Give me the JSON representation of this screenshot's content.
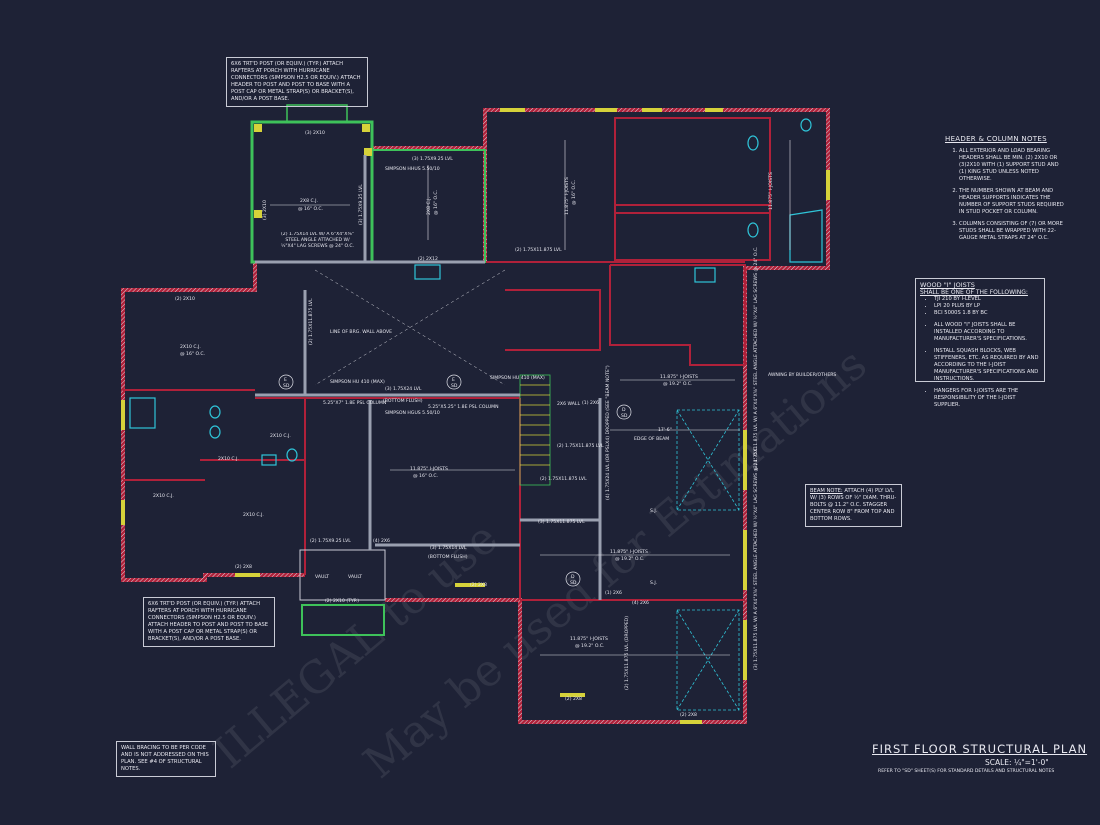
{
  "drawing": {
    "title": "FIRST FLOOR STRUCTURAL PLAN",
    "scale": "SCALE: ¼\"=1'-0\"",
    "refer_note": "REFER TO \"SD\" SHEET(S) FOR STANDARD DETAILS AND STRUCTURAL NOTES"
  },
  "colors": {
    "background": "#1e2236",
    "wall": "#b0213a",
    "hatch": "#c9c9d2",
    "window": "#d6d23a",
    "fixture": "#2fc4d8",
    "porch": "#3ec25a",
    "beam": "#9aa0b0"
  },
  "header_notes": {
    "title": "HEADER & COLUMN NOTES",
    "items": [
      "ALL EXTERIOR AND LOAD BEARING HEADERS SHALL BE MIN. (2) 2x10 OR (3)2x10 WITH (1) SUPPORT STUD AND (1) KING STUD UNLESS NOTED OTHERWISE.",
      "THE NUMBER SHOWN AT BEAM AND HEADER SUPPORTS INDICATES THE NUMBER OF SUPPORT STUDS REQUIRED IN STUD POCKET OR COLUMN.",
      "COLUMNS CONSISTING OF (7) OR MORE STUDS SHALL BE WRAPPED WITH 22-GAUGE METAL STRAPS AT 24\" O.C."
    ]
  },
  "joist_notes": {
    "title": "WOOD \"I\" JOISTS",
    "subtitle": "SHALL BE ONE OF THE FOLLOWING:",
    "items": [
      "TJI 210 BY I-LEVEL",
      "LPI 20 PLUS BY LP",
      "BCI 5000s 1.8 BY BC",
      "ALL WOOD \"I\" JOISTS SHALL BE INSTALLED ACCORDING TO MANUFACTURER'S SPECIFICATIONS.",
      "INSTALL SQUASH BLOCKS, WEB STIFFENERS, ETC. AS REQUIRED BY AND ACCORDING TO THE I-JOIST MANUFACTURER'S SPECIFICATIONS AND INSTRUCTIONS.",
      "HANGERS FOR I-JOISTS ARE THE RESPONSIBILITY OF THE I-JOIST SUPPLIER."
    ]
  },
  "porch_note_top": "6x6 TRT'D POST (OR EQUIV.) (TYP.) ATTACH RAFTERS AT PORCH WITH HURRICANE CONNECTORS (SIMPSON H2.5 OR EQUIV.) ATTACH HEADER TO POST AND POST TO BASE WITH A POST CAP OR METAL STRAP(S) OR BRACKET(S), AND/OR A POST BASE.",
  "porch_note_bottom": "6x6 TRT'D POST (OR EQUIV.) (TYP.) ATTACH RAFTERS AT PORCH WITH HURRICANE CONNECTORS (SIMPSON H2.5 OR EQUIV.) ATTACH HEADER TO POST AND POST TO BASE WITH A POST CAP OR METAL STRAP(S) OR BRACKET(S), AND/OR A POST BASE.",
  "wall_bracing_note": "WALL BRACING TO BE PER CODE AND IS NOT ADDRESSED ON THIS PLAN. SEE #4 OF STRUCTURAL NOTES.",
  "beam_note": {
    "label": "BEAM NOTE:",
    "text": "ATTACH (4) PLY LVL W/ (3) ROWS OF ½\" DIAM. THRU-BOLTS @ 11.2\" O.C. STAGGER CENTER ROW 8\" FROM TOP AND BOTTOM ROWS."
  },
  "plan_labels": {
    "porch_header": "(3) 2x10",
    "porch_side": "(3) 2x10",
    "porch_cj": "2x8 C.J.",
    "porch_cj_oc": "@ 16\" O.C.",
    "porch_lvl_vertical": "(3) 1.75x9.25 LVL",
    "lvl_top": "(3) 1.75x9.25 LVL",
    "simpson_hhus": "SIMPSON HHUS 5.50/10",
    "room_cj": "2x8 C.J.",
    "room_cj_oc": "@ 16\" O.C.",
    "steel_angle": "(2) 1.75x14 LVL w/ A 6\"x4\"x⅜\" STEEL ANGLE ATTACHED w/ ½\"x4\" LAG SCREWS @ 24\" O.C.",
    "header_2x12": "(2) 2x12",
    "lvl_door": "(2) 1.75x11.875 LVL",
    "joists_upper_left": "11.875\" I-JOISTS",
    "joists_oc_16": "@ 16\" O.C.",
    "joists_upper_right": "11.875\" I-JOISTS",
    "line_bearing": "LINE OF BRG. WALL ABOVE",
    "lvl_vertical_center": "(2) 1.75x11.875 LVL",
    "lvl_kitchen": "(3) 1.75x24 LVL",
    "bottom_flush": "(BOTTOM FLUSH)",
    "simpson_hu410": "SIMPSON HU 410 (MAX)",
    "psl_col_1": "5.25\"x7\" 1.8E PSL COLUMN",
    "psl_col_2": "5.25\"x5.25\" 1.8E PSL COLUMN",
    "simpson_hgus": "SIMPSON HGUS 5.50/10",
    "detail_e": "E",
    "detail_d": "D",
    "detail_sheet": "SD",
    "left_header": "(2) 2x10",
    "left_cj_1": "2x10 C.J.",
    "left_cj_2": "2x10 C.J.",
    "left_cj_3": "2x10 C.J.",
    "left_cj_4": "2x10 C.J.",
    "left_cj_oc": "@ 16\" O.C.",
    "center_joists": "11.875\" I-JOISTS",
    "center_lvl_bottom": "(3) 1.75x14 LVL",
    "lvl_925_porch": "(2) 1.75x9.25 LVL",
    "header_4x6": "(4) 2x6",
    "vault": "VAULT",
    "porch_header_bottom": "(2) 2x10 (TYP.)",
    "header_2x8": "(2) 2x8",
    "stair_lvl": "(2) 1.75x11.875 LVL",
    "stair_lvl_2": "(2) 1.75x11.875 LVL",
    "wall_2x6": "2x6 WALL",
    "post_1_2x6": "(1) 2x6",
    "edge_of_beam": "EDGE OF BEAM",
    "garage_dim": "17'-6\"",
    "drop_beam": "(4) 1.75x24 LVL (OR PSLx4) DROPPED (SEE \"BEAM NOTE\")",
    "garage_lvl_3": "(3) 1.75x11.875 LVL",
    "joists_garage_1": "11.875\" I-JOISTS",
    "joists_garage_2": "11.875\" I-JOISTS",
    "joists_oc_192": "@ 19.2\" O.C.",
    "sj": "S.J.",
    "garage_door_header": "(3) 1.75x11.875 LVL w/ A 6\"x4\"x⅜\" STEEL ANGLE ATTACHED w/ ½\"x4\" LAG SCREWS @ 24\" O.C.",
    "awning": "AWNING BY BUILDER/OTHERS",
    "header_4_2x6": "(4) 2x6",
    "header_2x6_dropped": "(2) 1.75x11.875 LVL (DROPPED)"
  },
  "watermark": [
    "ILLEGAL to use",
    "May be used for Estimations"
  ]
}
